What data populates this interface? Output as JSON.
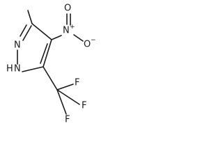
{
  "molecule": {
    "atoms": {
      "n1": "N",
      "nh": "N",
      "nh_h": "H",
      "nitro_n": "N",
      "nitro_o_top": "O",
      "nitro_o_minus": "O",
      "f_top": "F",
      "f_right": "F",
      "f_bottom": "F"
    },
    "charges": {
      "nitro_n_plus": "+",
      "nitro_o_minus": "−"
    }
  }
}
